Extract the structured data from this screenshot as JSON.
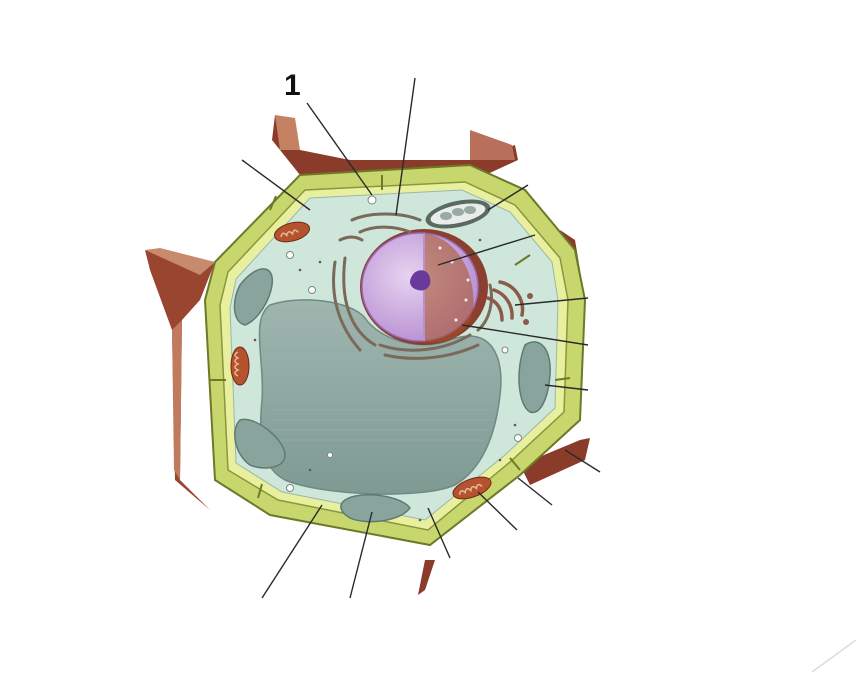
{
  "diagram": {
    "labels": [
      {
        "id": "label-1",
        "text": "1"
      }
    ],
    "colors": {
      "cell_wall_outer": "#8a3b2a",
      "cell_wall_inner": "#c98a6a",
      "cell_membrane": "#d6e08a",
      "cytoplasm": "#cfe6da",
      "vacuole": "#8ea8a2",
      "nucleus": "#c6a3d8",
      "nucleolus": "#6a3a9a",
      "mitochondria": "#b5532e",
      "chloroplast": "#88a8a0",
      "golgi": "#8b5a4a"
    },
    "icons": [
      "plant-cell-illustration"
    ]
  }
}
